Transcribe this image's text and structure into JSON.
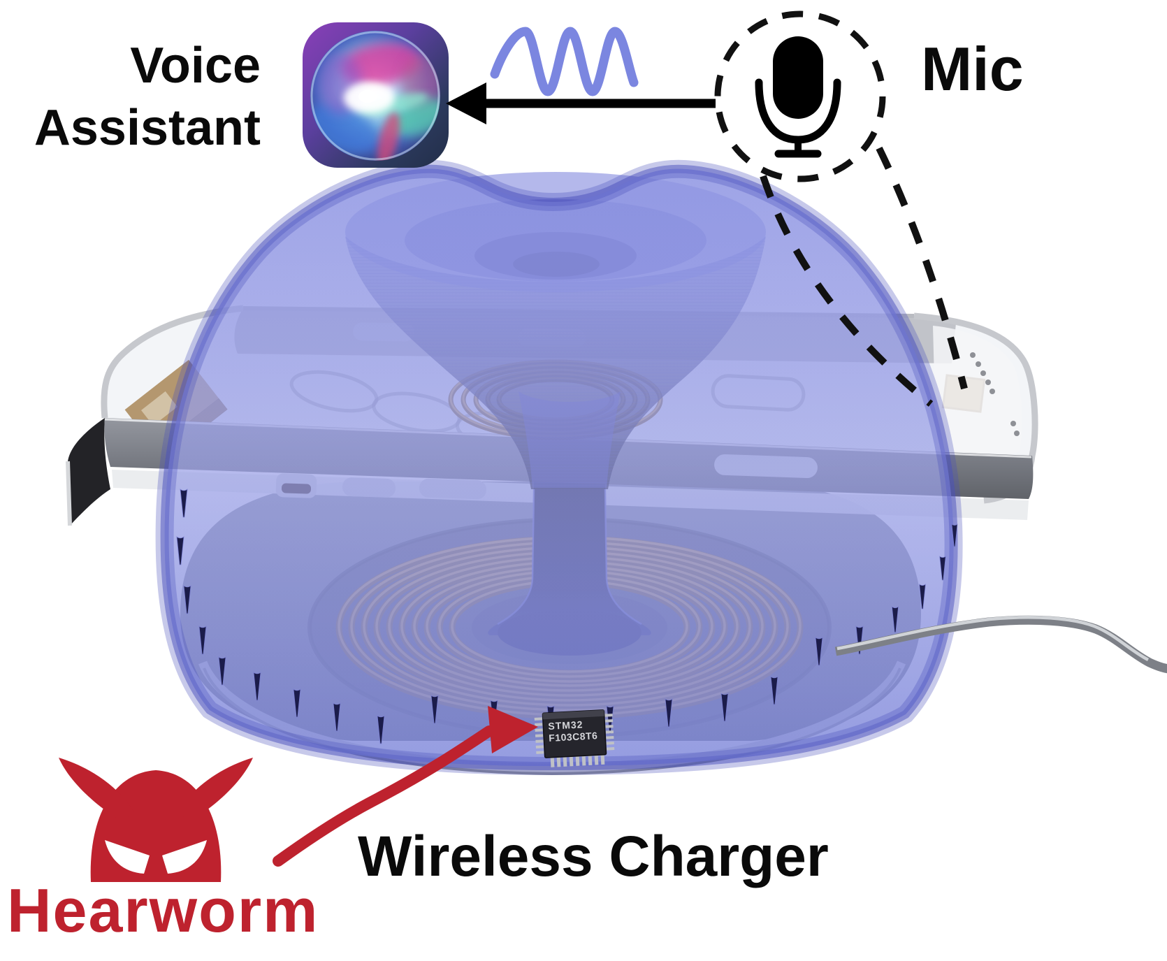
{
  "labels": {
    "voice_line1": "Voice",
    "voice_line2": "Assistant",
    "mic": "Mic",
    "wireless_charger": "Wireless Charger",
    "attack_name": "Hearworm"
  },
  "chip": {
    "line1": "STM32",
    "line2": "F103C8T6"
  },
  "icons": {
    "voice_assistant": "siri-orb-icon",
    "microphone": "microphone-icon",
    "attacker": "devil-horns-icon",
    "signal": "sine-wave-icon",
    "field": "magnetic-field-mesh"
  },
  "colors": {
    "accent_red": "#be222e",
    "wave_blue": "#7b86e0",
    "mesh_blue": "#6a71c8",
    "coil_gold": "#b8944e",
    "ink_black": "#0a0a0a"
  }
}
